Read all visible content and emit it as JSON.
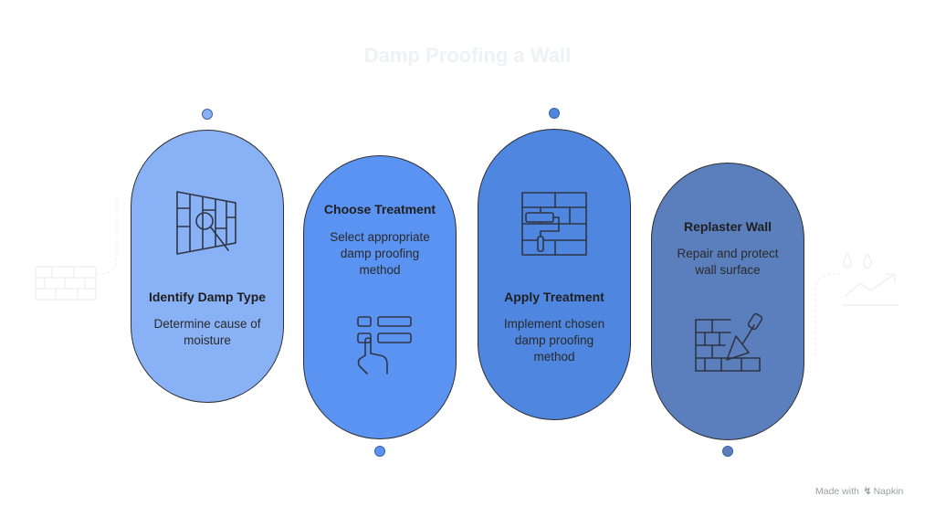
{
  "title": "Damp Proofing a Wall",
  "steps": [
    {
      "name": "Identify Damp Type",
      "desc_lines": [
        "Determine cause of",
        "moisture"
      ],
      "color": "#89b1f5",
      "icon": "damp-wall-magnifier-icon"
    },
    {
      "name": "Choose Treatment",
      "desc_lines": [
        "Select appropriate",
        "damp proofing",
        "method"
      ],
      "color": "#5b93f2",
      "icon": "hand-selecting-options-icon"
    },
    {
      "name": "Apply Treatment",
      "desc_lines": [
        "Implement chosen",
        "damp proofing",
        "method"
      ],
      "color": "#4f86e0",
      "icon": "paint-roller-wall-icon"
    },
    {
      "name": "Replaster Wall",
      "desc_lines": [
        "Repair and protect",
        "wall surface"
      ],
      "color": "#5b7fbd",
      "icon": "brick-wall-trowel-icon"
    }
  ],
  "side_icons": {
    "left": "damp-stone-wall-icon",
    "right": "water-drops-trend-icon"
  },
  "footer": {
    "credit": "Made with",
    "brand": "Napkin"
  }
}
